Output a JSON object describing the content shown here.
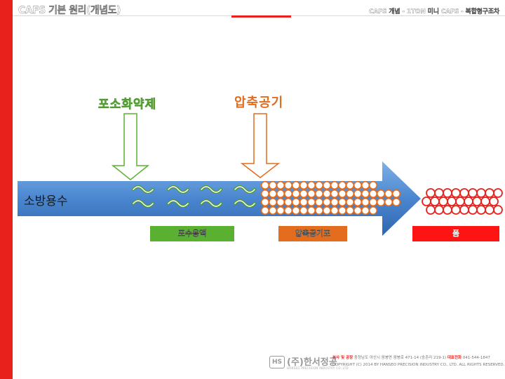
{
  "header": {
    "title": "CAFS 기본 원리(개념도)",
    "subtitle": "CAFS 개념 - 1TON 미니 CAFS - 복합형구조차"
  },
  "labels": {
    "foam_agent": "포소화약제",
    "compressed_air": "압축공기",
    "fire_water": "소방용수"
  },
  "boxes": {
    "foam_solution": "포수용액",
    "air_foam": "압축공기포",
    "bubble": "폼"
  },
  "colors": {
    "brand_red": "#e8211c",
    "green": "#5ab031",
    "orange": "#e36c1e",
    "blue": "#4a86cf",
    "bubble_red": "#e8211c"
  },
  "footer": {
    "logo_mark": "HS",
    "company": "(주)한서정공",
    "company_sub": "HANSEO PRECISION INDUSTRY CO.,LTD",
    "address_label": "본사 및 공장",
    "address": "충청남도 아산시 음봉면 음봉로 471-14 (송촌리 219-1)",
    "phone_label": "대표전화",
    "phone": "041-544-1847",
    "copyright": "COPYRIGHT (C) 2014 BY HANSEO PRECISION INDUSTRY CO., LTD. ALL RIGHTS RESERVED."
  }
}
